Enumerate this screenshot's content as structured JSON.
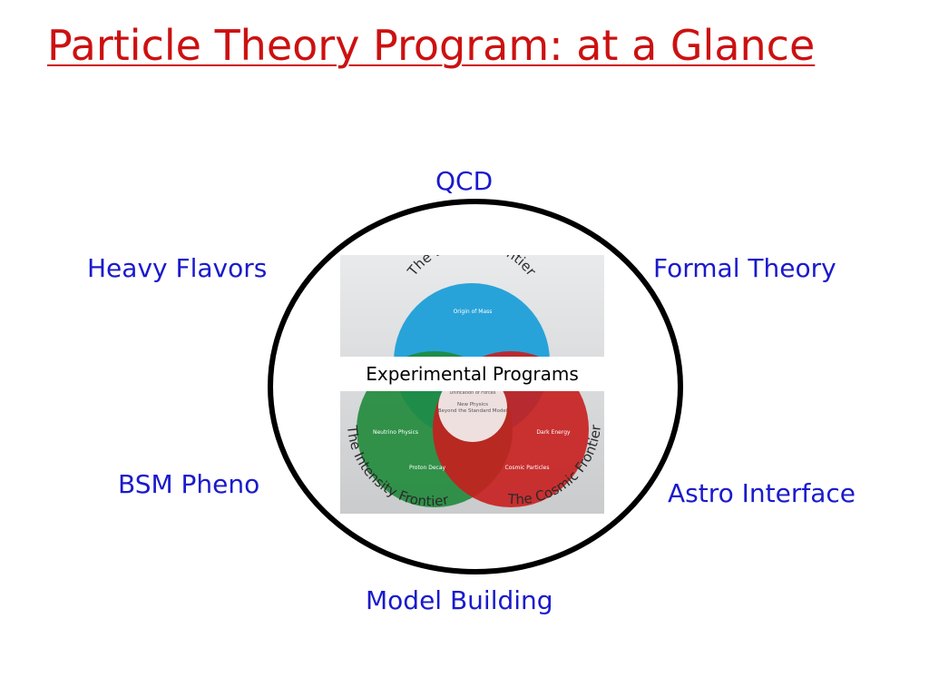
{
  "slide": {
    "title": "Particle Theory Program: at a Glance"
  },
  "labels": {
    "top": "QCD",
    "upper_left": "Heavy Flavors",
    "upper_right": "Formal Theory",
    "lower_left": "BSM Pheno",
    "lower_right": "Astro Interface",
    "bottom": "Model Building"
  },
  "center": {
    "label": "Experimental Programs"
  },
  "venn": {
    "energy_frontier": "The Energy Frontier",
    "intensity_frontier": "The Intensity Frontier",
    "cosmic_frontier": "The Cosmic Frontier",
    "origin_of_mass": "Origin of Mass",
    "new_physics": "New Physics",
    "beyond_standard_model": "Beyond the Standard Model",
    "unification": "Unification of Forces",
    "neutrino_physics": "Neutrino Physics",
    "proton_decay": "Proton Decay",
    "dark_energy": "Dark Energy",
    "cosmic_particles": "Cosmic Particles"
  },
  "colors": {
    "title": "#cc1111",
    "labels": "#1a1acc",
    "energy": "#1e9fd8",
    "intensity": "#1f8a3a",
    "cosmic": "#c81e1e"
  }
}
